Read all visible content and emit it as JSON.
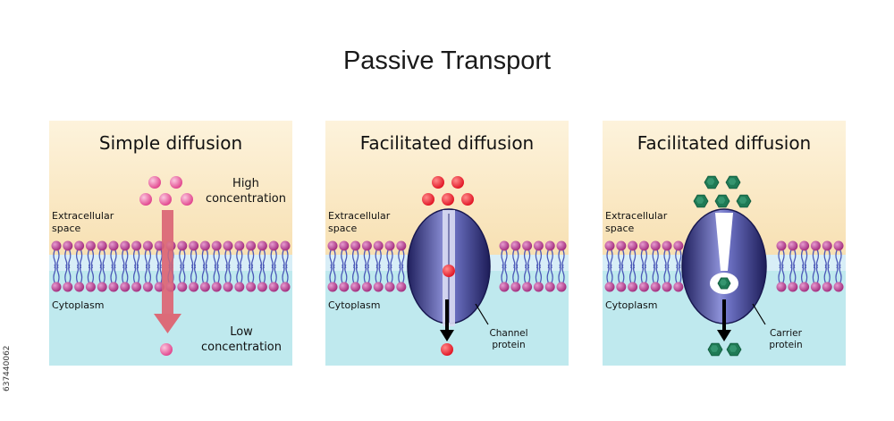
{
  "title": "Passive Transport",
  "stock_id": "637440062",
  "panels": [
    {
      "heading": "Simple diffusion",
      "extracellular": "Extracellular\nspace",
      "cytoplasm": "Cytoplasm",
      "high": "High\nconcentration",
      "low": "Low\nconcentration"
    },
    {
      "heading": "Facilitated diffusion",
      "extracellular": "Extracellular\nspace",
      "cytoplasm": "Cytoplasm",
      "protein": "Channel\nprotein"
    },
    {
      "heading": "Facilitated diffusion",
      "extracellular": "Extracellular\nspace",
      "cytoplasm": "Cytoplasm",
      "protein": "Carrier\nprotein"
    }
  ],
  "colors": {
    "extracellular_top": "#fdf3dc",
    "extracellular_bottom": "#f7dfb0",
    "cytoplasm": "#bfe9ee",
    "lipid_head": "#a0287a",
    "lipid_tail": "#4b58b8",
    "pink_molecule": "#e0408a",
    "red_molecule": "#e01020",
    "green_molecule": "#1f7a55",
    "protein": "#2f3184",
    "arrow_pink": "#dc6b78"
  }
}
